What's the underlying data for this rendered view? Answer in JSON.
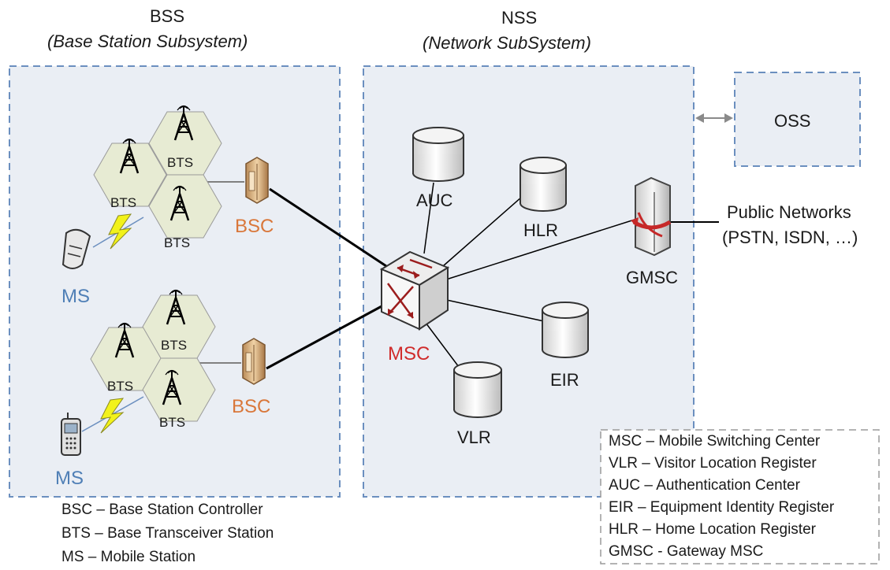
{
  "bss": {
    "title": "BSS",
    "subtitle": "(Base Station Subsystem)"
  },
  "nss": {
    "title": "NSS",
    "subtitle": "(Network SubSystem)"
  },
  "oss": {
    "label": "OSS"
  },
  "nodes": {
    "bts_label": "BTS",
    "bsc_label": "BSC",
    "ms_label": "MS",
    "msc_label": "MSC",
    "auc_label": "AUC",
    "hlr_label": "HLR",
    "eir_label": "EIR",
    "vlr_label": "VLR",
    "gmsc_label": "GMSC"
  },
  "public_networks": {
    "line1": "Public Networks",
    "line2": "(PSTN, ISDN, …)"
  },
  "bss_legend": [
    "BSC – Base Station Controller",
    "BTS – Base Transceiver Station",
    "MS – Mobile Station"
  ],
  "nss_legend": [
    "MSC – Mobile Switching Center",
    "VLR – Visitor Location Register",
    "AUC – Authentication Center",
    "EIR – Equipment Identity Register",
    "HLR – Home Location Register",
    "GMSC - Gateway MSC"
  ],
  "colors": {
    "subsystem_fill": "#eaeef4",
    "subsystem_border": "#6b8fbf",
    "hex_fill": "#e7ebd3",
    "bsc_color": "#d9773a",
    "ms_color": "#4f7fb6",
    "msc_color": "#d02b2b",
    "lightning": "#f2f21a"
  }
}
